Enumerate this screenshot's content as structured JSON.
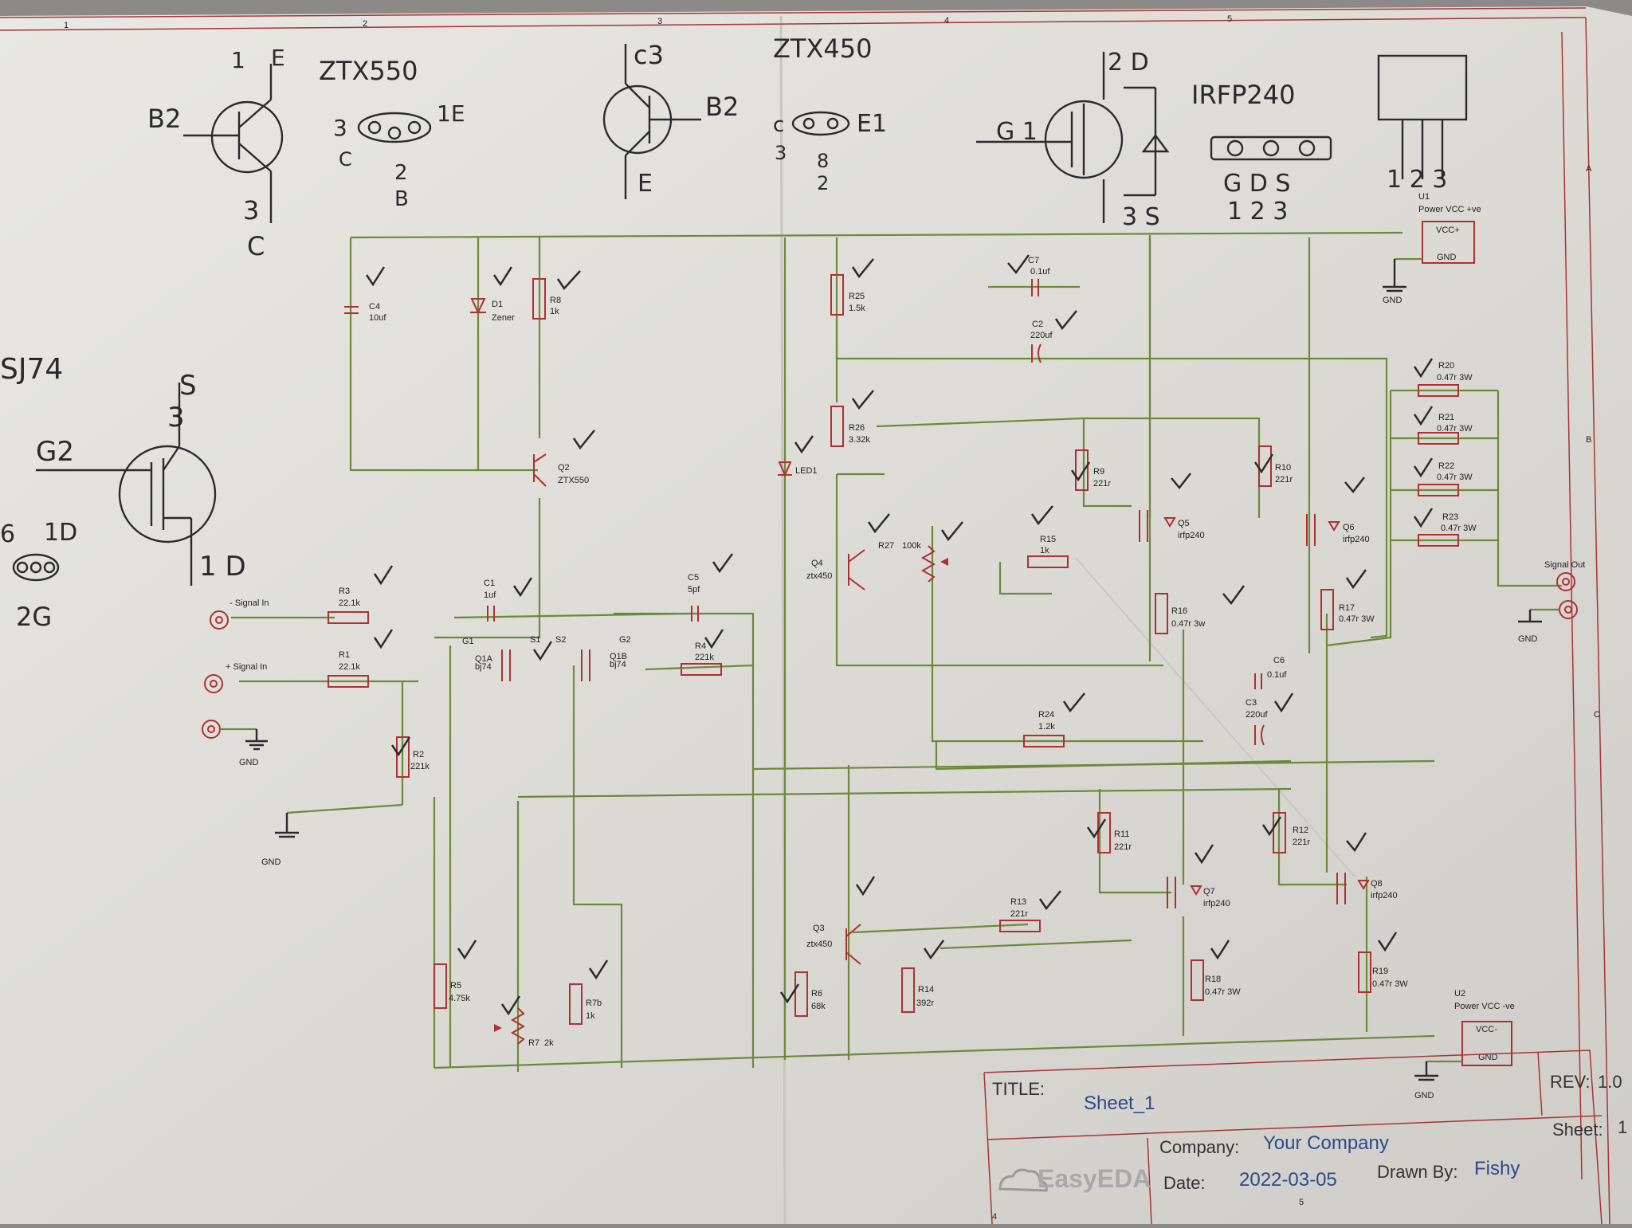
{
  "sheet": {
    "grid_columns": [
      "1",
      "2",
      "3",
      "4",
      "5"
    ],
    "grid_rows": [
      "A",
      "B",
      "C"
    ],
    "bottom_columns": [
      "4",
      "5"
    ]
  },
  "handwritten": {
    "ztx550": {
      "title": "ZTX550",
      "pin1": "1",
      "e": "E",
      "b2": "B2",
      "pin3": "3",
      "c": "C",
      "fp_left": "3",
      "fp_c": "C",
      "fp_e": "1E",
      "fp_2": "2",
      "fp_b": "B"
    },
    "ztx450": {
      "title": "ZTX450",
      "c3": "c3",
      "b2": "B2",
      "e": "E",
      "fp": "c",
      "fp_e1": "E1",
      "fp_3": "3",
      "fp_8": "8",
      "fp_2": "2"
    },
    "irfp240": {
      "title": "IRFP240",
      "d": "2 D",
      "g": "G 1",
      "s": "3 S",
      "pins": "G D S",
      "nums": "1 2 3"
    },
    "to247": {
      "pins": "1 2 3"
    },
    "bj74": {
      "title": "SJ74",
      "s": "S",
      "n3": "3",
      "g2": "G2",
      "d": "1D",
      "d2": "1 D",
      "g": "2G",
      "n6": "6"
    }
  },
  "components": [
    {
      "ref": "C4",
      "value": "10uf"
    },
    {
      "ref": "D1",
      "value": "Zener"
    },
    {
      "ref": "R8",
      "value": "1k"
    },
    {
      "ref": "Q2",
      "value": "ZTX550"
    },
    {
      "ref": "R25",
      "value": "1.5k"
    },
    {
      "ref": "C7",
      "value": "0.1uf"
    },
    {
      "ref": "C2",
      "value": "220uf"
    },
    {
      "ref": "R26",
      "value": "3.32k"
    },
    {
      "ref": "LED1",
      "value": ""
    },
    {
      "ref": "R9",
      "value": "221r"
    },
    {
      "ref": "R10",
      "value": "221r"
    },
    {
      "ref": "Q5",
      "value": "irfp240"
    },
    {
      "ref": "Q6",
      "value": "irfp240"
    },
    {
      "ref": "R15",
      "value": "1k"
    },
    {
      "ref": "R27",
      "value": "100k"
    },
    {
      "ref": "Q4",
      "value": "ztx450"
    },
    {
      "ref": "R16",
      "value": "0.47r 3w"
    },
    {
      "ref": "R17",
      "value": "0.47r 3W"
    },
    {
      "ref": "R20",
      "value": "0.47r 3W"
    },
    {
      "ref": "R21",
      "value": "0.47r 3W"
    },
    {
      "ref": "R22",
      "value": "0.47r 3W"
    },
    {
      "ref": "R23",
      "value": "0.47r 3W"
    },
    {
      "ref": "R3",
      "value": "22.1k"
    },
    {
      "ref": "R1",
      "value": "22.1k"
    },
    {
      "ref": "C1",
      "value": "1uf"
    },
    {
      "ref": "C5",
      "value": "5pf"
    },
    {
      "ref": "R4",
      "value": "221k"
    },
    {
      "ref": "R2",
      "value": "221k"
    },
    {
      "ref": "C6",
      "value": "0.1uf"
    },
    {
      "ref": "C3",
      "value": "220uf"
    },
    {
      "ref": "R24",
      "value": "1.2k"
    },
    {
      "ref": "R11",
      "value": "221r"
    },
    {
      "ref": "R12",
      "value": "221r"
    },
    {
      "ref": "Q7",
      "value": "irfp240"
    },
    {
      "ref": "Q8",
      "value": "irfp240"
    },
    {
      "ref": "R13",
      "value": "221r"
    },
    {
      "ref": "Q3",
      "value": "ztx450"
    },
    {
      "ref": "R14",
      "value": "392r"
    },
    {
      "ref": "R18",
      "value": "0.47r 3W"
    },
    {
      "ref": "R19",
      "value": "0.47r 3W"
    },
    {
      "ref": "R5",
      "value": "4.75k"
    },
    {
      "ref": "R7",
      "value": "2k"
    },
    {
      "ref": "R7b",
      "value": "1k"
    },
    {
      "ref": "R6",
      "value": "68k"
    }
  ],
  "labels": {
    "signal_in_neg": "- Signal In",
    "signal_in_pos": "+ Signal In",
    "signal_out": "Signal Out",
    "gnd": "GND",
    "u1_ref": "U1",
    "u1_name": "Power VCC +ve",
    "u1_vcc": "VCC+",
    "u1_gnd": "GND",
    "u2_ref": "U2",
    "u2_name": "Power VCC -ve",
    "u2_vcc": "VCC-",
    "u2_gnd": "GND",
    "q1a": "Q1A",
    "q1a_val": "bj74",
    "q1b": "Q1B",
    "q1b_val": "bj74",
    "g1": "G1",
    "s1": "S1",
    "s2": "S2",
    "g2": "G2"
  },
  "title_block": {
    "title_label": "TITLE:",
    "title_value": "Sheet_1",
    "rev_label": "REV:",
    "rev_value": "1.0",
    "sheet_label": "Sheet:",
    "sheet_value": "1",
    "company_label": "Company:",
    "company_value": "Your Company",
    "date_label": "Date:",
    "date_value": "2022-03-05",
    "drawn_label": "Drawn By:",
    "drawn_value": "Fishy",
    "logo": "EasyEDA"
  }
}
